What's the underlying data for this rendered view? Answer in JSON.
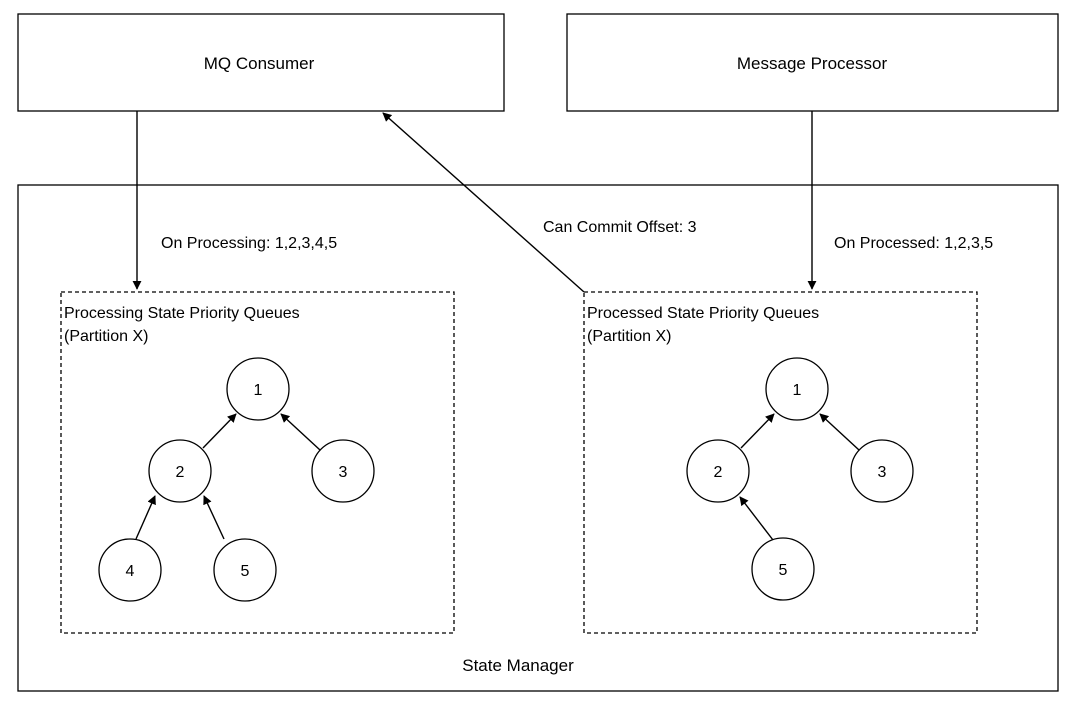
{
  "components": {
    "mq_consumer": "MQ Consumer",
    "message_processor": "Message Processor",
    "state_manager": "State Manager"
  },
  "edges": {
    "on_processing": "On Processing: 1,2,3,4,5",
    "on_processed": "On Processed: 1,2,3,5",
    "commit_offset": "Can Commit Offset: 3"
  },
  "processing_queue": {
    "title_line1": "Processing State Priority Queues",
    "title_line2": "(Partition X)",
    "nodes": [
      "1",
      "2",
      "3",
      "4",
      "5"
    ]
  },
  "processed_queue": {
    "title_line1": "Processed State Priority Queues",
    "title_line2": "(Partition X)",
    "nodes": [
      "1",
      "2",
      "3",
      "5"
    ]
  }
}
